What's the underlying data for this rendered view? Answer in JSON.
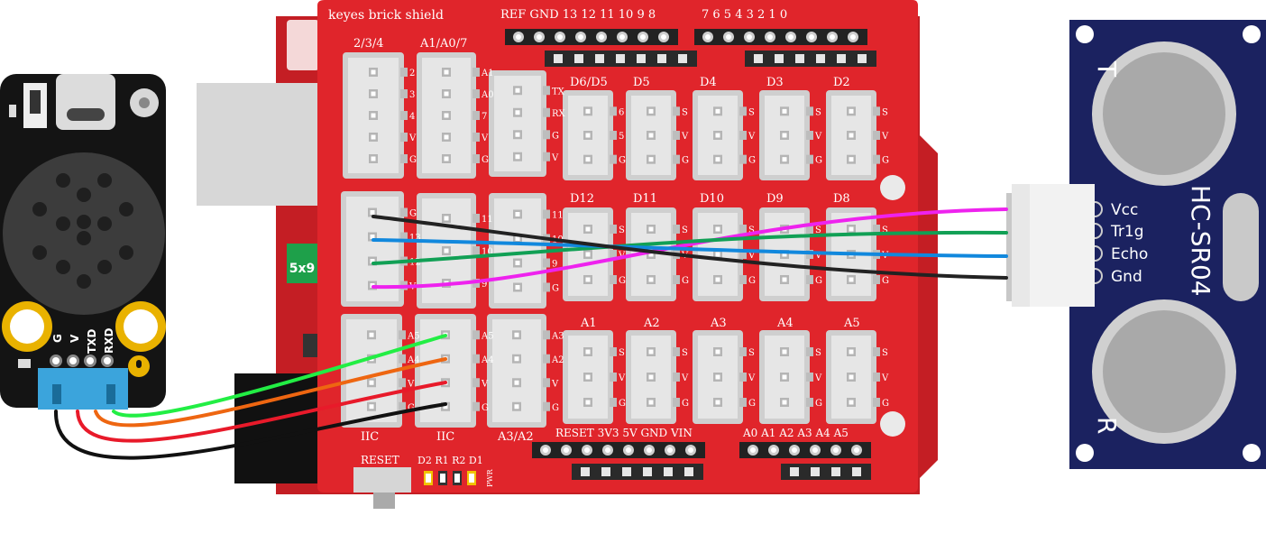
{
  "shield": {
    "title": "keyes brick shield",
    "top_header_left": "REF  GND  13  12  11  10   9    8",
    "top_header_right": "7    6    5    4    3    2    1    0",
    "left_col_labels": [
      "2/3/4",
      "A1/A0/7"
    ],
    "connector_2_3_4_pins": [
      "2",
      "3",
      "4",
      "V",
      "G"
    ],
    "connector_a1_pins": [
      "A1",
      "A0",
      "7",
      "V",
      "G"
    ],
    "connector_serial_pins": [
      "TX",
      "RX",
      "G",
      "V"
    ],
    "row1_labels": [
      "D6/D5",
      "D5",
      "D4",
      "D3",
      "D2"
    ],
    "row2_labels": [
      "D12",
      "D11",
      "D10",
      "D9",
      "D8"
    ],
    "row3_labels": [
      "A1",
      "A2",
      "A3",
      "A4",
      "A5"
    ],
    "row1_first_pins": [
      "6",
      "5",
      "G"
    ],
    "svg_pins": [
      "S",
      "V",
      "G"
    ],
    "mid_left_pins": [
      "G",
      "13",
      "12",
      "V"
    ],
    "mid_col2_pins": [
      "11",
      "10",
      "9"
    ],
    "mid_col3_pins": [
      "11",
      "10",
      "9",
      "G"
    ],
    "iic_pins": [
      "A5",
      "A4",
      "V",
      "G"
    ],
    "a3_pins": [
      "A3",
      "A2",
      "V",
      "G"
    ],
    "bottom_labels": [
      "IIC",
      "IIC",
      "A3/A2"
    ],
    "power_header": "RESET   3V3   5V   GND    VIN",
    "analog_header": "A0  A1  A2  A3  A4  A5",
    "reset_label": "RESET",
    "led_labels": "D2  R1  R2  D1",
    "pwr_label": "PWR",
    "chip_label": "5x9"
  },
  "voice_module": {
    "pins": [
      "G",
      "V",
      "TXD",
      "RXD"
    ]
  },
  "ultrasonic": {
    "name": "HC-SR04",
    "t_label": "T",
    "r_label": "R",
    "pins": [
      "Vcc",
      "Tr1g",
      "Echo",
      "Gnd"
    ]
  },
  "colors": {
    "board_red": "#e0252b",
    "board_dark_red": "#c41e24",
    "module_black": "#141414",
    "sonar_blue": "#1b2260",
    "wire_magenta": "#ee22ee",
    "wire_green": "#11a055",
    "wire_blue": "#1188dd",
    "wire_black": "#222222",
    "wire_lime": "#22ee44",
    "wire_orange": "#ee6611",
    "wire_red": "#e81a2a"
  }
}
